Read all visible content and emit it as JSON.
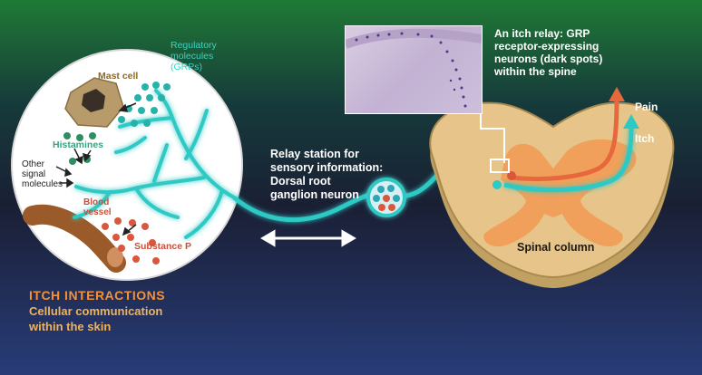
{
  "labels": {
    "regulatory": "Regulatory\nmolecules\n(GRPs)",
    "mast_cell": "Mast cell",
    "histamines": "Histamines",
    "other_signal": "Other\nsignal\nmolecules",
    "blood_vessel": "Blood\nvessel",
    "substance_p": "Substance P",
    "relay": "Relay station for\nsensory information:\nDorsal root\nganglion neuron",
    "itch_relay": "An itch relay: GRP\nreceptor-expressing\nneurons (dark spots)\nwithin the spine",
    "pain": "Pain",
    "itch": "Itch",
    "spinal": "Spinal column",
    "title": "ITCH INTERACTIONS",
    "subtitle": "Cellular communication\nwithin the skin"
  },
  "colors": {
    "teal": "#2fc9c4",
    "pain": "#e8683e",
    "spine_fill": "#e7c58a",
    "gray_matter": "#f0a05a"
  }
}
